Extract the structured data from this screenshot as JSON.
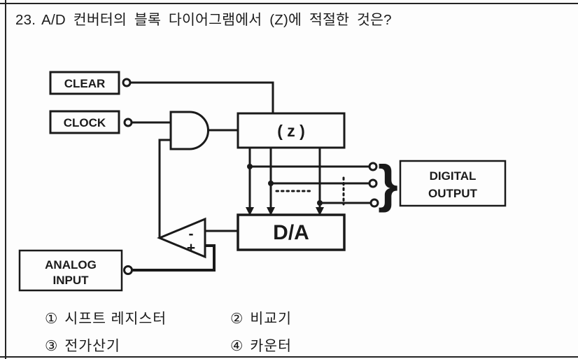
{
  "question": {
    "number": "23.",
    "text": "A/D 컨버터의 블록 다이어그램에서 (Z)에 적절한 것은?"
  },
  "diagram": {
    "clear_label": "CLEAR",
    "clock_label": "CLOCK",
    "z_label": "( z )",
    "da_label": "D/A",
    "digital_output": {
      "line1": "DIGITAL",
      "line2": "OUTPUT"
    },
    "analog_input": {
      "line1": "ANALOG",
      "line2": "INPUT"
    },
    "comparator": {
      "minus": "-",
      "plus": "+"
    },
    "brace": "}"
  },
  "options": [
    {
      "marker": "①",
      "label": "시프트 레지스터"
    },
    {
      "marker": "②",
      "label": "비교기"
    },
    {
      "marker": "③",
      "label": "전가산기"
    },
    {
      "marker": "④",
      "label": "카운터"
    }
  ],
  "colors": {
    "ink": "#1a1a1a",
    "paper": "#fdfdfd"
  }
}
